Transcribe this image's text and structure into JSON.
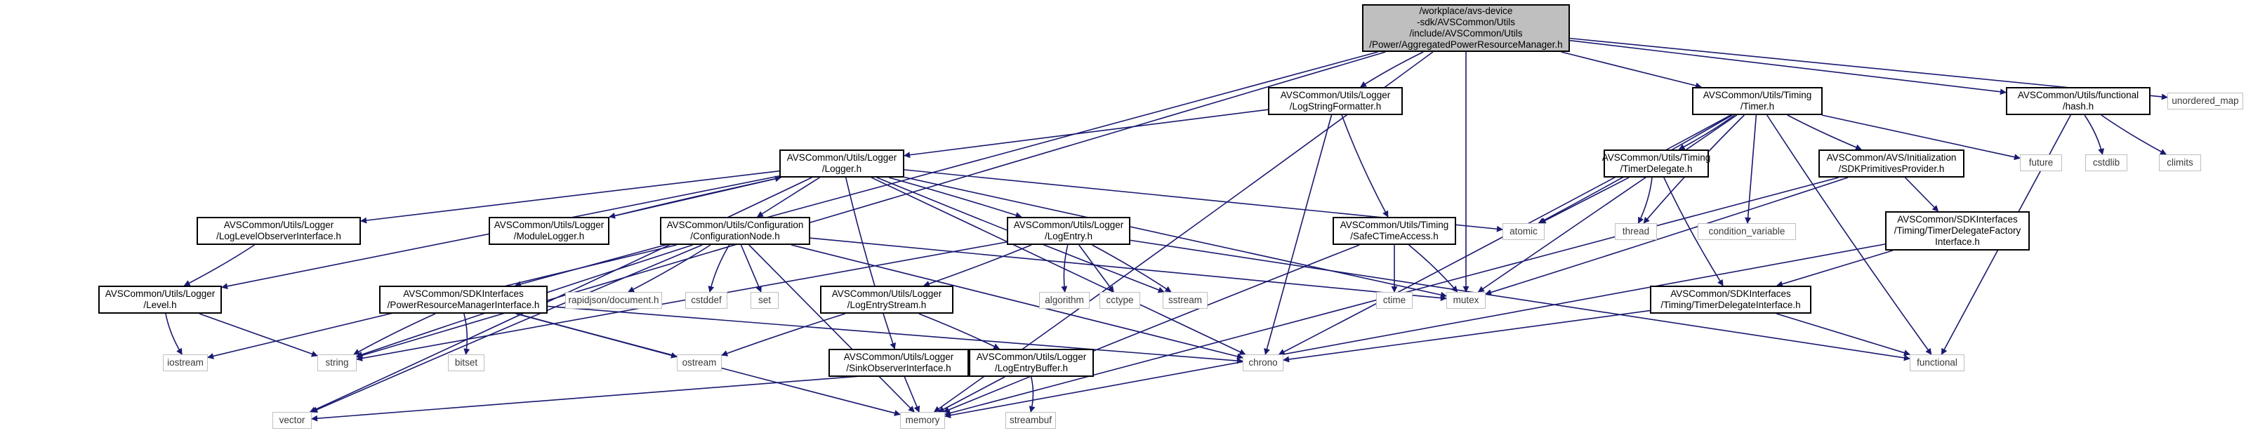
{
  "nodes": {
    "root": [
      "/workplace/avs-device",
      "-sdk/AVSCommon/Utils",
      "/include/AVSCommon/Utils",
      "/Power/AggregatedPowerResourceManager.h"
    ],
    "logstringformatter": [
      "AVSCommon/Utils/Logger",
      "/LogStringFormatter.h"
    ],
    "timer": [
      "AVSCommon/Utils/Timing",
      "/Timer.h"
    ],
    "hash": [
      "AVSCommon/Utils/functional",
      "/hash.h"
    ],
    "unordered_map": [
      "unordered_map"
    ],
    "logger": [
      "AVSCommon/Utils/Logger",
      "/Logger.h"
    ],
    "timerdelegate": [
      "AVSCommon/Utils/Timing",
      "/TimerDelegate.h"
    ],
    "sdkprimitives": [
      "AVSCommon/AVS/Initialization",
      "/SDKPrimitivesProvider.h"
    ],
    "future": [
      "future"
    ],
    "cstdlib": [
      "cstdlib"
    ],
    "climits": [
      "climits"
    ],
    "loglevelobserver": [
      "AVSCommon/Utils/Logger",
      "/LogLevelObserverInterface.h"
    ],
    "modulelogger": [
      "AVSCommon/Utils/Logger",
      "/ModuleLogger.h"
    ],
    "configurationnode": [
      "AVSCommon/Utils/Configuration",
      "/ConfigurationNode.h"
    ],
    "logentry": [
      "AVSCommon/Utils/Logger",
      "/LogEntry.h"
    ],
    "safectimeaccess": [
      "AVSCommon/Utils/Timing",
      "/SafeCTimeAccess.h"
    ],
    "atomic": [
      "atomic"
    ],
    "thread": [
      "thread"
    ],
    "condition_variable": [
      "condition_variable"
    ],
    "timerdelegatefactory": [
      "AVSCommon/SDKInterfaces",
      "/Timing/TimerDelegateFactory",
      "Interface.h"
    ],
    "level": [
      "AVSCommon/Utils/Logger",
      "/Level.h"
    ],
    "powerresourcemanager": [
      "AVSCommon/SDKInterfaces",
      "/PowerResourceManagerInterface.h"
    ],
    "rapidjson": [
      "rapidjson/document.h"
    ],
    "cstddef": [
      "cstddef"
    ],
    "set": [
      "set"
    ],
    "algorithm": [
      "algorithm"
    ],
    "cctype": [
      "cctype"
    ],
    "sstream": [
      "sstream"
    ],
    "logentrystream": [
      "AVSCommon/Utils/Logger",
      "/LogEntryStream.h"
    ],
    "ctime": [
      "ctime"
    ],
    "mutex": [
      "mutex"
    ],
    "timerdelegateinterface": [
      "AVSCommon/SDKInterfaces",
      "/Timing/TimerDelegateInterface.h"
    ],
    "iostream": [
      "iostream"
    ],
    "string": [
      "string"
    ],
    "bitset": [
      "bitset"
    ],
    "ostream": [
      "ostream"
    ],
    "chrono": [
      "chrono"
    ],
    "functional": [
      "functional"
    ],
    "logentrybuffer": [
      "AVSCommon/Utils/Logger",
      "/LogEntryBuffer.h"
    ],
    "sinkobserver": [
      "AVSCommon/Utils/Logger",
      "/SinkObserverInterface.h"
    ],
    "vector": [
      "vector"
    ],
    "memory": [
      "memory"
    ],
    "streambuf": [
      "streambuf"
    ]
  }
}
